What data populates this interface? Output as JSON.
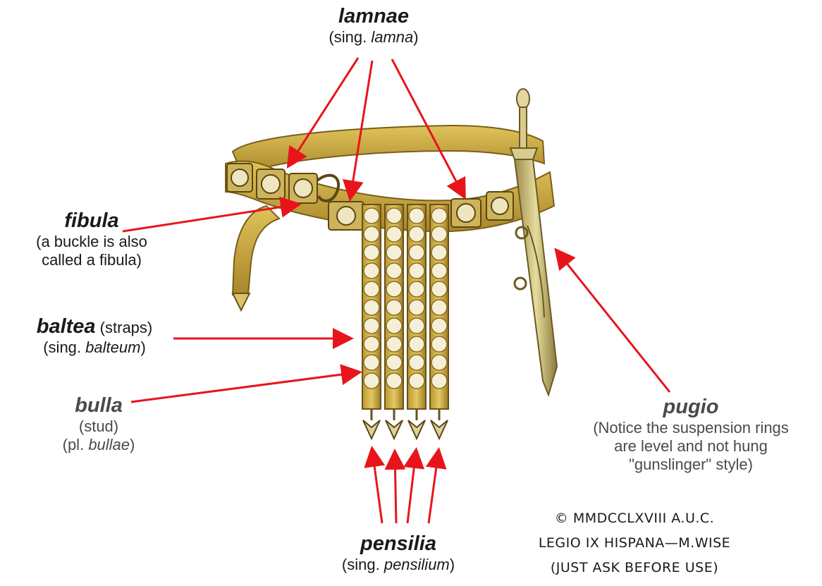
{
  "labels": {
    "lamnae": {
      "term": "lamnae",
      "sub_prefix": "(sing. ",
      "sub_term": "lamna",
      "sub_suffix": ")"
    },
    "fibula": {
      "term": "fibula",
      "line1": "(a buckle is also",
      "line2": "called a fibula)"
    },
    "baltea": {
      "term": "baltea",
      "term_suffix": " (straps)",
      "sub_prefix": "(sing. ",
      "sub_term": "balteum",
      "sub_suffix": ")"
    },
    "bulla": {
      "term": "bulla",
      "line1": "(stud)",
      "sub_prefix": "(pl. ",
      "sub_term": "bullae",
      "sub_suffix": ")"
    },
    "pensilia": {
      "term": "pensilia",
      "sub_prefix": "(sing. ",
      "sub_term": "pensilium",
      "sub_suffix": ")"
    },
    "pugio": {
      "term": "pugio",
      "line1": "(Notice the suspension rings",
      "line2": "are level and not hung",
      "line3": "\"gunslinger\" style)"
    }
  },
  "copyright": {
    "line1": "© MMDCCLXVIII A.U.C.",
    "line2": "LEGIO IX HISPANA—M.WISE",
    "line3": "(JUST ASK BEFORE USE)"
  },
  "colors": {
    "arrow": "#e8141c",
    "belt": "#c9a63a",
    "belt_dark": "#8a6b1c",
    "stud": "#f4efd6"
  }
}
